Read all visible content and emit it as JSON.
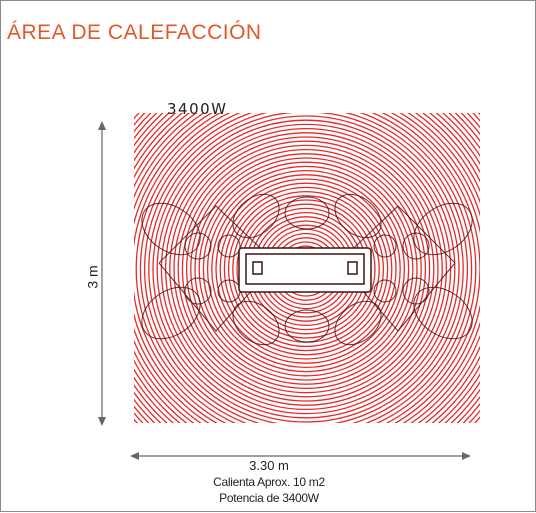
{
  "title": "ÁREA DE CALEFACCIÓN",
  "power_label": "3400W",
  "height_label": "3 m",
  "width_label": "3.30 m",
  "area_note": "Calienta Aprox. 10 m2",
  "power_note": "Potencia de 3400W",
  "colors": {
    "title": "#e0592a",
    "rings": "#e52a2a",
    "outline": "#3a1414",
    "arrows": "#666666"
  },
  "icons": {
    "heater": "heater-unit-icon",
    "pattern": "heat-ring-pattern"
  }
}
